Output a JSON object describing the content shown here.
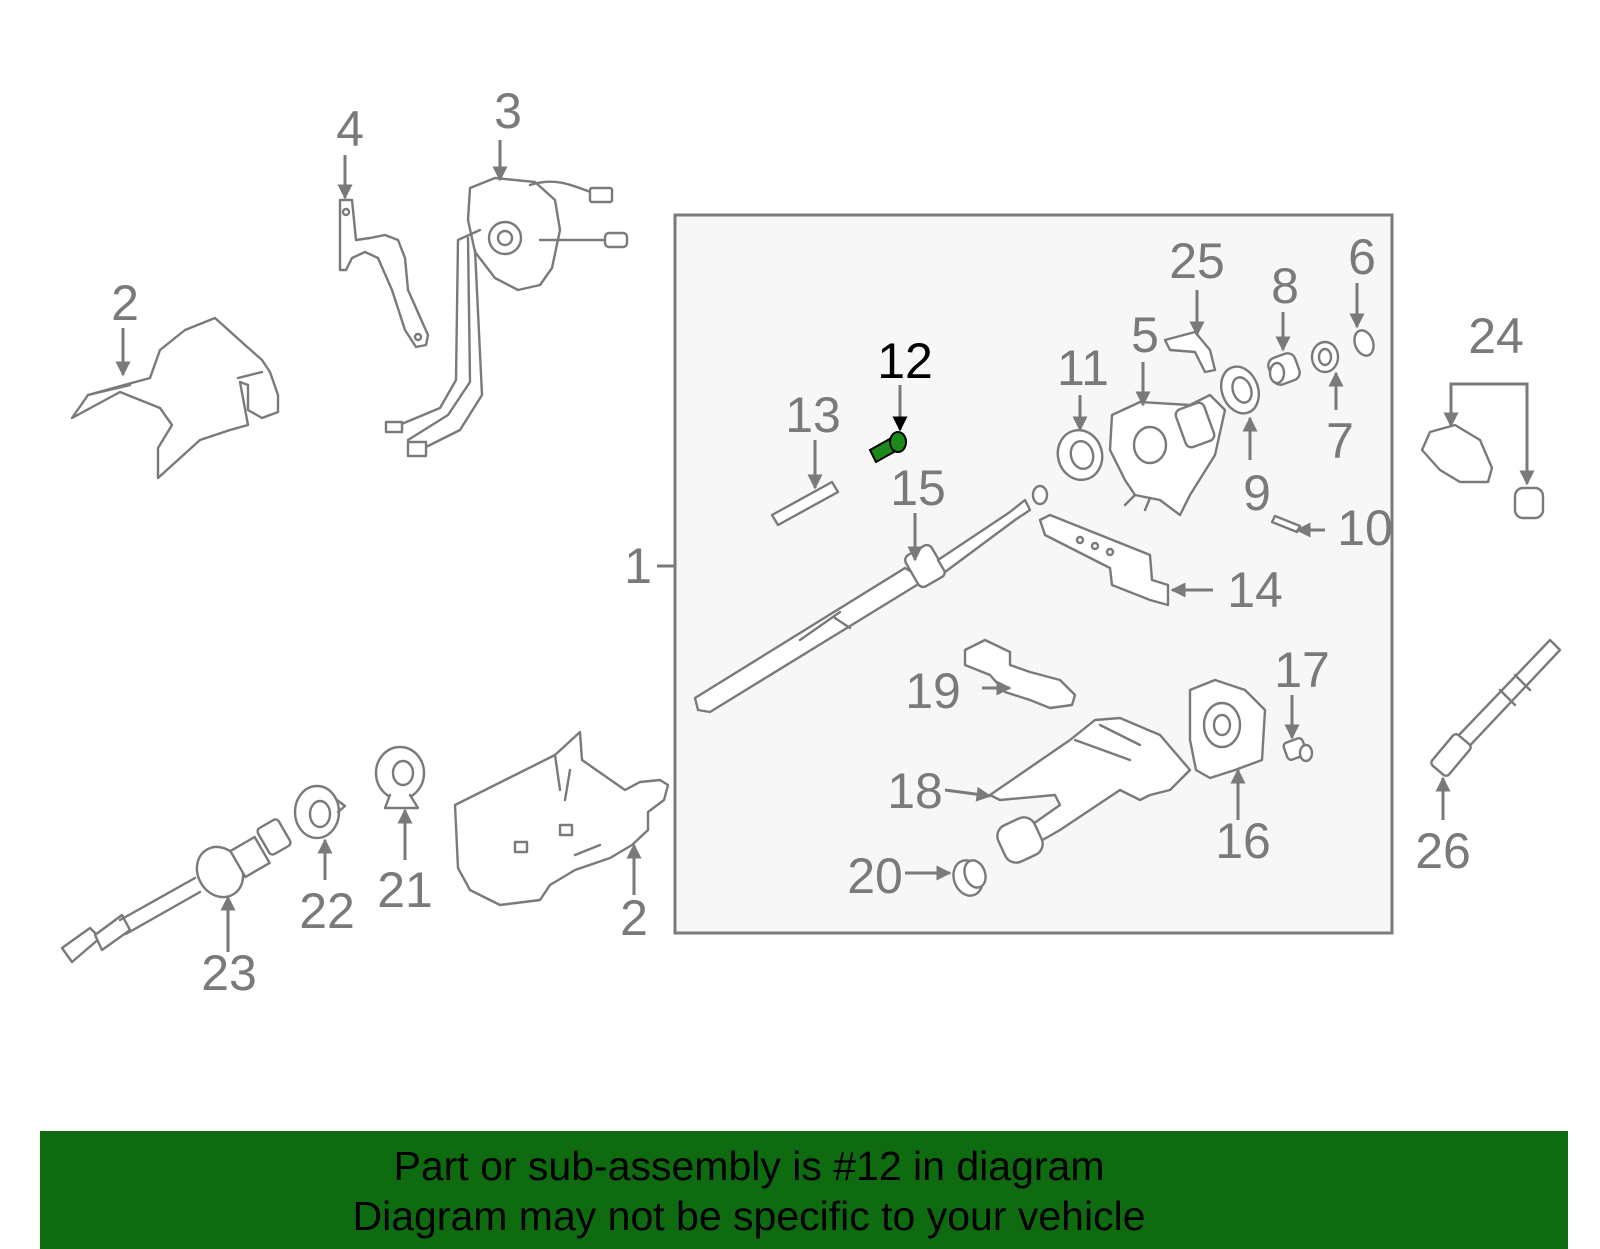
{
  "diagram": {
    "highlight_color": "#0f6b0f",
    "highlighted_part": "12",
    "callouts": {
      "c1": "1",
      "c2a": "2",
      "c2b": "2",
      "c3": "3",
      "c4": "4",
      "c5": "5",
      "c6": "6",
      "c7": "7",
      "c8": "8",
      "c9": "9",
      "c10": "10",
      "c11": "11",
      "c12": "12",
      "c13": "13",
      "c14": "14",
      "c15": "15",
      "c16": "16",
      "c17": "17",
      "c18": "18",
      "c19": "19",
      "c20": "20",
      "c21": "21",
      "c22": "22",
      "c23": "23",
      "c24": "24",
      "c25": "25",
      "c26": "26"
    }
  },
  "banner": {
    "line1": "Part or sub-assembly is #12 in diagram",
    "line2": "Diagram may not be specific to your vehicle",
    "background": "#0f6b0f"
  }
}
